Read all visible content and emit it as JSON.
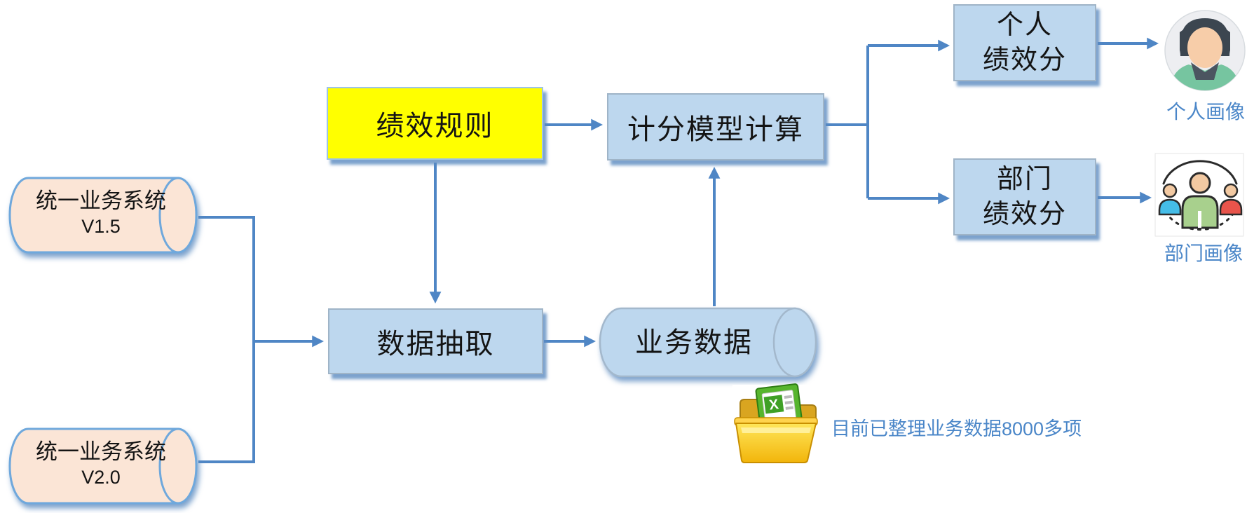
{
  "diagram_title": "performance-scoring-data-flow",
  "colors": {
    "background": "#FFFFFF",
    "connector": "#4F86C5",
    "box_fill": "#BDD7EE",
    "box_border": "#9FB4C7",
    "box_shadow": "#5B8BC0",
    "rules_fill": "#FFFF00",
    "rules_border": "#9DC3E6",
    "source_cylinder_fill": "#FBE5D6",
    "source_cylinder_border": "#6FA8DC",
    "data_cylinder_fill": "#BDD7EE",
    "data_cylinder_border": "#A3B8CC",
    "annotation_text": "#4A86C8",
    "node_text": "#141414"
  },
  "nodes": {
    "source_v15": {
      "label": "统一业务系统",
      "version": "V1.5"
    },
    "source_v20": {
      "label": "统一业务系统",
      "version": "V2.0"
    },
    "rules": {
      "label": "绩效规则"
    },
    "calc": {
      "label": "计分模型计算"
    },
    "extract": {
      "label": "数据抽取"
    },
    "business_data": {
      "label": "业务数据"
    },
    "personal_score": {
      "line1": "个人",
      "line2": "绩效分"
    },
    "dept_score": {
      "line1": "部门",
      "line2": "绩效分"
    }
  },
  "annotations": {
    "personal_portrait_label": "个人画像",
    "dept_portrait_label": "部门画像",
    "excel_note": "目前已整理业务数据8000多项"
  },
  "icons": {
    "person_avatar": "person-avatar-icon",
    "team": "team-group-icon",
    "excel_folder": "excel-folder-icon"
  }
}
